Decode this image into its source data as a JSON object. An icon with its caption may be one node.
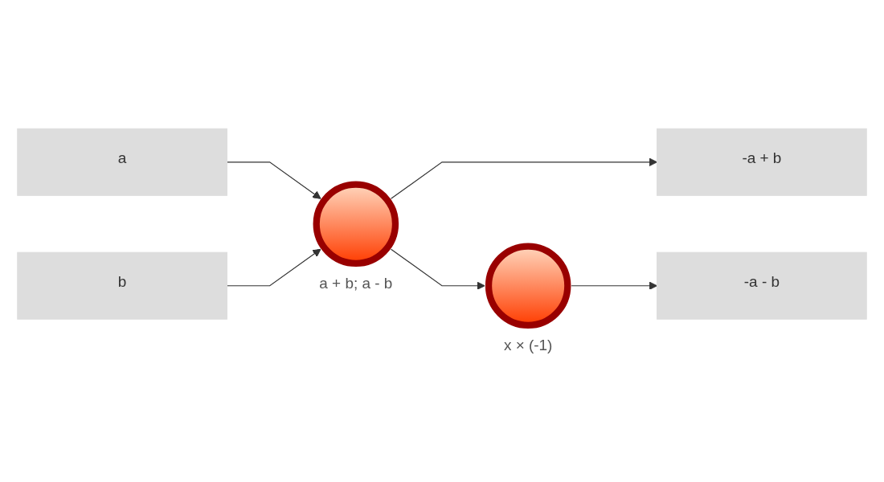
{
  "diagram": {
    "nodes": [
      {
        "text": [
          "a"
        ]
      },
      {
        "text": [
          "b"
        ]
      },
      {
        "text": [],
        "shape": "circle",
        "beside": [
          "a + b; a - b"
        ]
      },
      {
        "text": [],
        "shape": "circle",
        "beside": [
          "x × (-1)"
        ]
      },
      {
        "text": [
          "-a + b"
        ]
      },
      {
        "text": [
          "-a - b"
        ]
      }
    ],
    "edges": [
      {
        "from": 0,
        "to": 2,
        "arrow": "to"
      },
      {
        "from": 1,
        "to": 2,
        "arrow": "to"
      },
      {
        "from": 2,
        "to": 4,
        "arrow": "to"
      },
      {
        "from": 2,
        "to": 3,
        "arrow": "to"
      },
      {
        "from": 3,
        "to": 5,
        "arrow": "to"
      }
    ]
  }
}
